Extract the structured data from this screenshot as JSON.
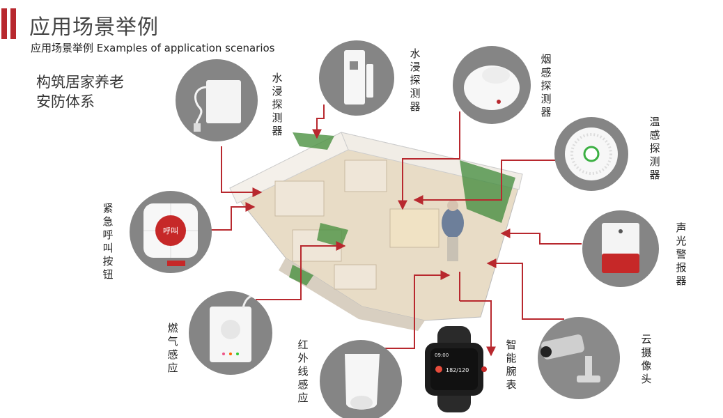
{
  "header": {
    "title": "应用场景举例",
    "subtitle": "应用场景举例 Examples of application scenarios"
  },
  "slogan": {
    "line1": "构筑居家养老",
    "line2": "安防体系"
  },
  "devices": {
    "water_left": "水浸探测器",
    "water_top": "水浸探测器",
    "smoke": "烟感探测器",
    "temperature": "温感探测器",
    "emergency_button": "紧急呼叫按钮",
    "siren": "声光警报器",
    "gas": "燃气感应",
    "infrared": "红外线感应",
    "smartwatch": "智能腕表",
    "camera": "云摄像头"
  },
  "device_text": {
    "button_face": "呼叫",
    "watch_time": "09:00",
    "watch_bp": "182/120"
  },
  "colors": {
    "accent": "#b8282e",
    "circle": "#858585"
  }
}
